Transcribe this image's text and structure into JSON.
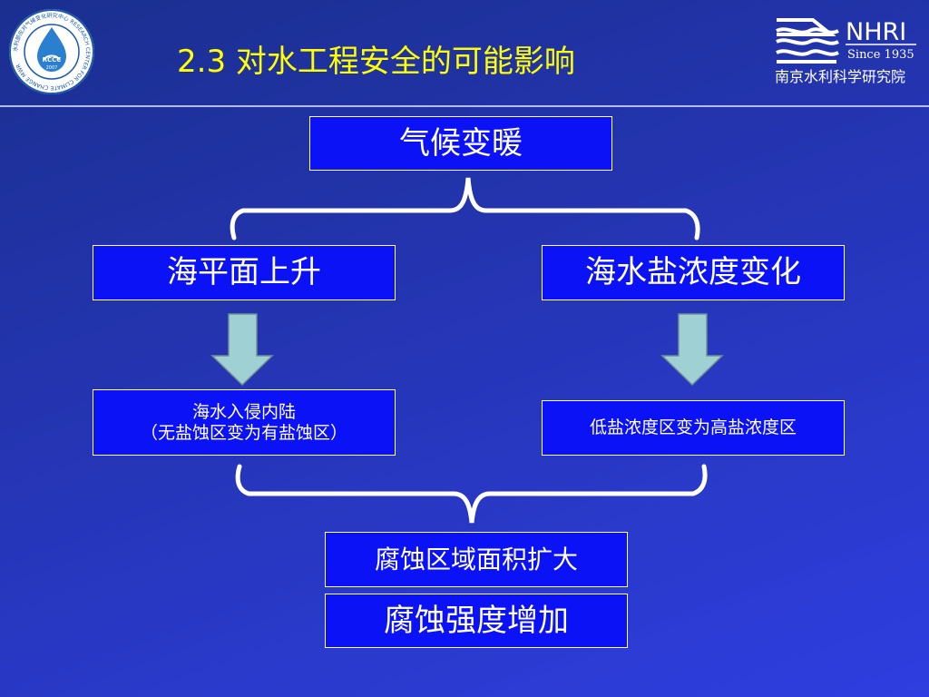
{
  "slide": {
    "title": "2.3 对水工程安全的可能影响"
  },
  "logos": {
    "left": {
      "center_text": "RCCC",
      "year": "2007",
      "ring_text": "水利部应对气候变化研究中心 RESEARCH CENTER FOR CLIMATE CHANGE MWR"
    },
    "right": {
      "acronym": "NHRI",
      "since": "Since 1935",
      "name": "南京水利科学研究院"
    }
  },
  "diagram": {
    "root": "气候变暖",
    "branch_left": "海平面上升",
    "branch_right": "海水盐浓度变化",
    "effect_left_line1": "海水入侵内陆",
    "effect_left_line2": "（无盐蚀区变为有盐蚀区）",
    "effect_right": "低盐浓度区变为高盐浓度区",
    "outcome_1": "腐蚀区域面积扩大",
    "outcome_2": "腐蚀强度增加"
  },
  "colors": {
    "title": "#ffff00",
    "box_fill": "#0b12f5",
    "box_border": "#ffffff",
    "arrow_fill": "#9fd0d3",
    "brace": "#ffffff"
  }
}
